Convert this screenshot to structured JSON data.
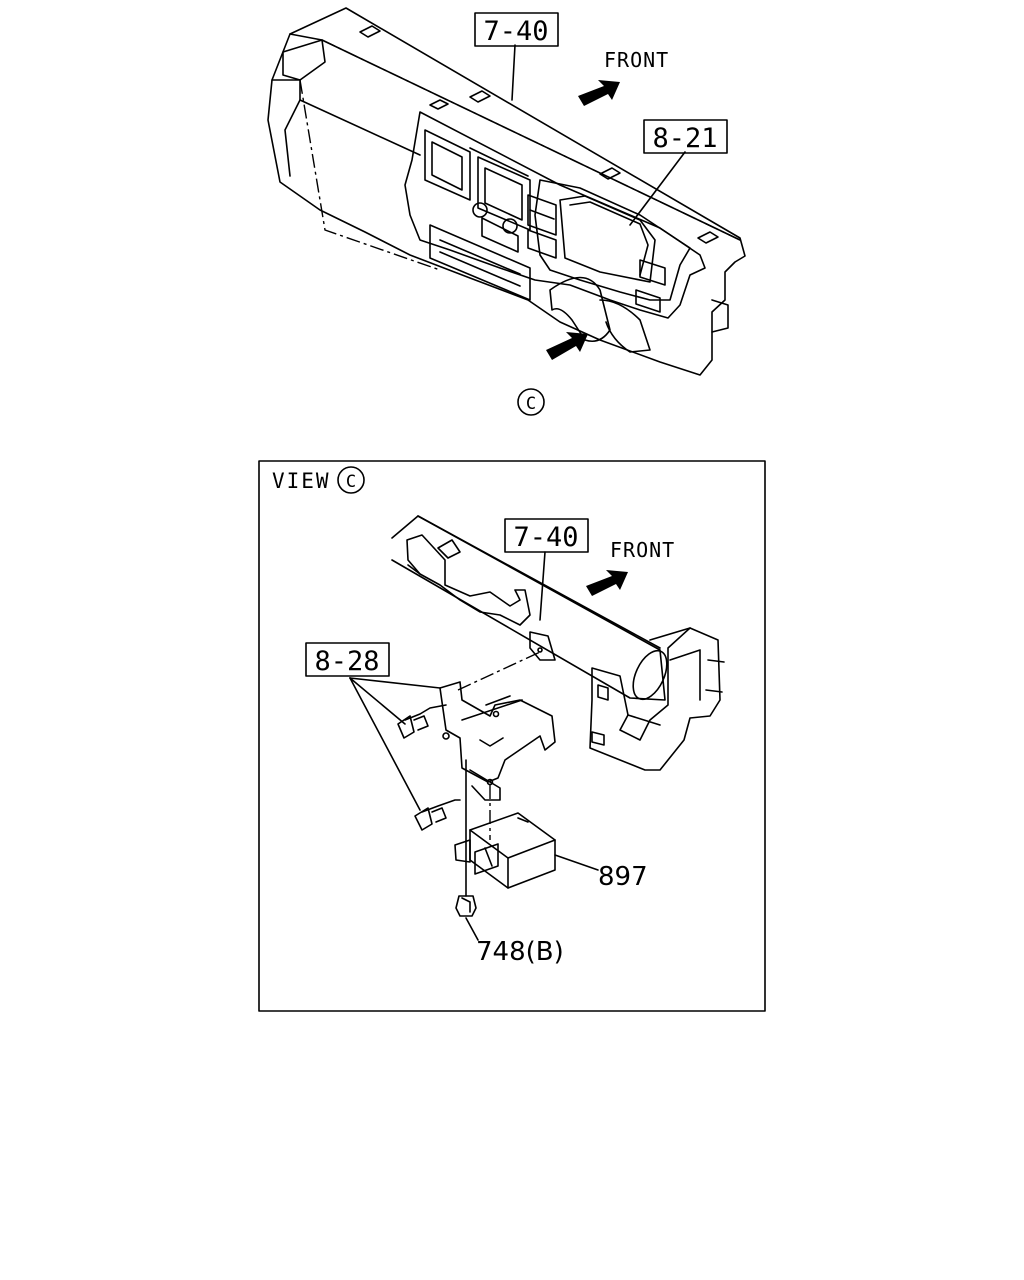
{
  "top_view": {
    "callout_dashboard": "7-40",
    "callout_meter": "8-21",
    "front_label": "FRONT",
    "view_marker": "C"
  },
  "detail_view": {
    "title": "VIEW",
    "title_marker": "C",
    "callout_dashboard": "7-40",
    "front_label": "FRONT",
    "callout_bolts": "8-28",
    "callout_unit": "897",
    "callout_screw": "748(B)"
  }
}
